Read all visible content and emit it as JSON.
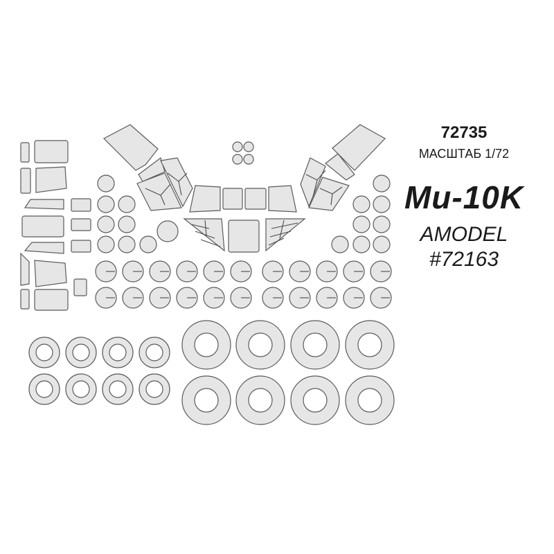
{
  "header": {
    "sku": "72735",
    "scale_label": "МАСШТАБ 1/72"
  },
  "product": {
    "model_name": "Mи-10K",
    "manufacturer": "AMODEL",
    "catalog_number": "#72163"
  },
  "colors": {
    "mask_fill": "#e6e6e6",
    "mask_stroke": "#5a5a5a",
    "background": "#ffffff",
    "text": "#1a1a1a"
  }
}
